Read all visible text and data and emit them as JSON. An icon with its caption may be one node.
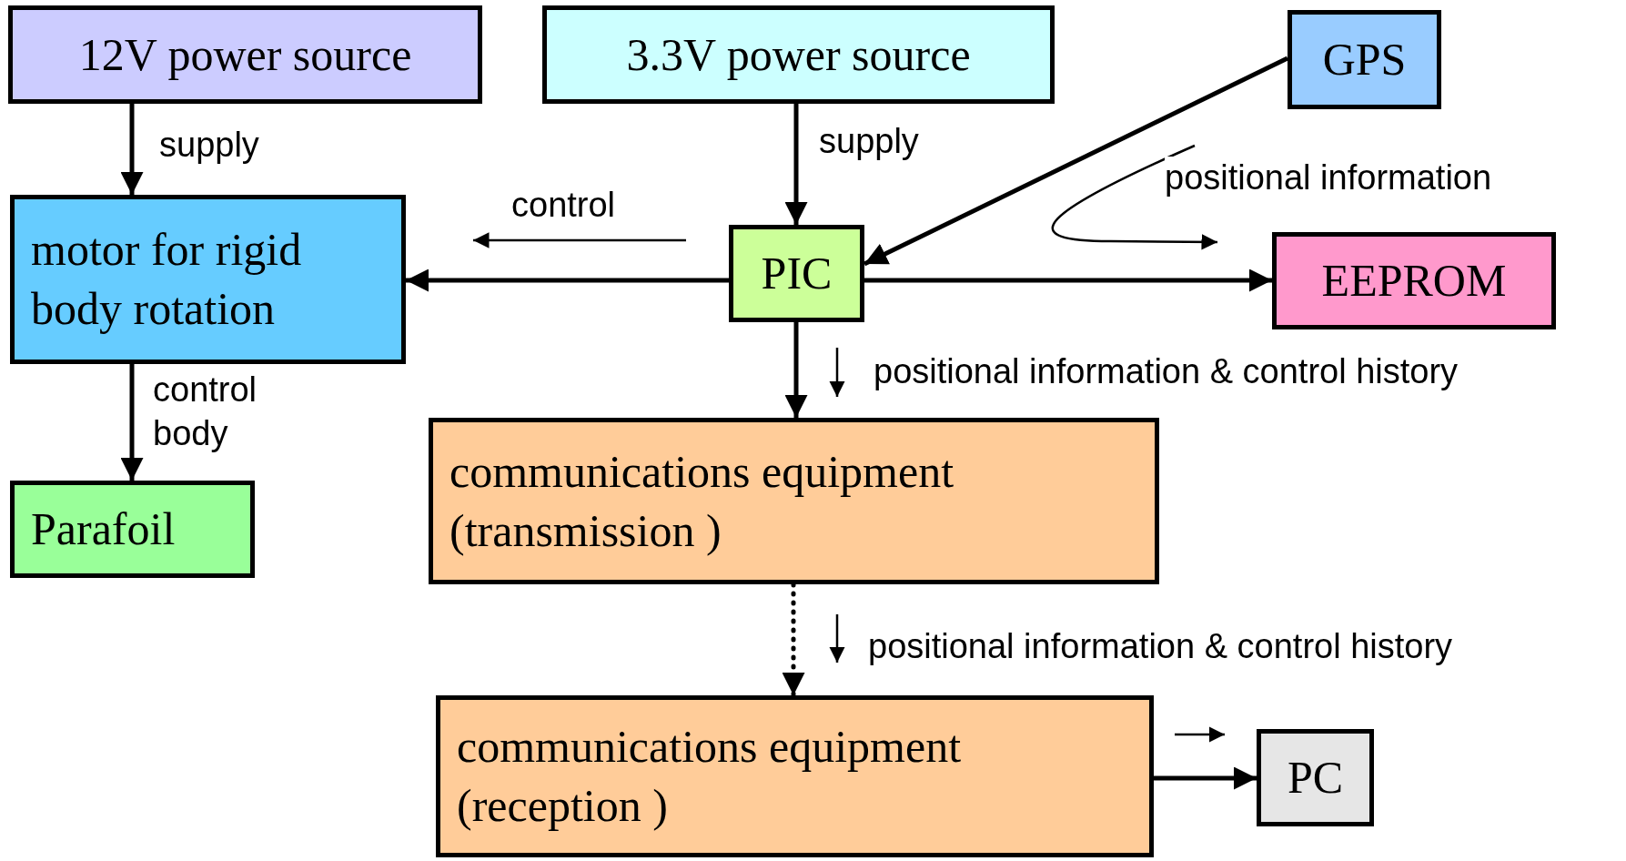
{
  "diagram": {
    "nodes": [
      {
        "text": [
          "12V power source"
        ]
      },
      {
        "text": [
          "3.3V power source"
        ]
      },
      {
        "text": [
          "GPS"
        ]
      },
      {
        "text": [
          "motor for rigid body rotation"
        ]
      },
      {
        "text": [
          "PIC"
        ]
      },
      {
        "text": [
          "EEPROM"
        ]
      },
      {
        "text": [
          "Parafoil"
        ]
      },
      {
        "text": [
          "communications equipment (transmission )"
        ]
      },
      {
        "text": [
          "communications equipment (reception )"
        ]
      },
      {
        "text": [
          "PC"
        ]
      }
    ],
    "edges": [
      {
        "from": 0,
        "to": 3,
        "arrow": "to",
        "label": "supply"
      },
      {
        "from": 1,
        "to": 4,
        "arrow": "to",
        "label": "supply"
      },
      {
        "from": 2,
        "to": 4,
        "arrow": "to"
      },
      {
        "from": 4,
        "to": 3,
        "arrow": "to",
        "label": "control"
      },
      {
        "from": 4,
        "to": 5,
        "arrow": "to",
        "label": "positional information"
      },
      {
        "from": 3,
        "to": 6,
        "arrow": "to",
        "label": "control body"
      },
      {
        "from": 4,
        "to": 7,
        "arrow": "to",
        "label": "positional information & control history"
      },
      {
        "from": 7,
        "to": 8,
        "arrow": "to",
        "style": "dashed",
        "label": "positional information & control history"
      },
      {
        "from": 8,
        "to": 9,
        "arrow": "to"
      }
    ]
  }
}
